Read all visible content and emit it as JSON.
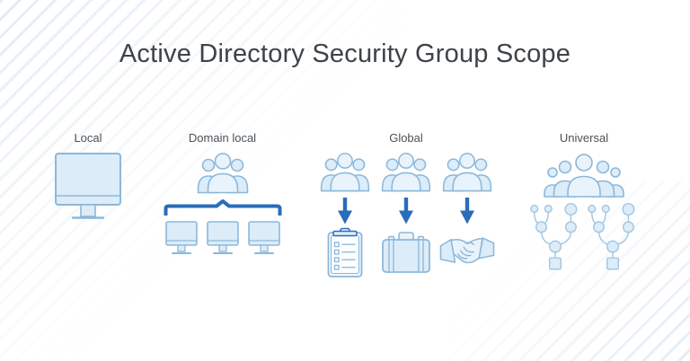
{
  "title": "Active Directory Security Group Scope",
  "sections": {
    "local": {
      "label": "Local",
      "icons": [
        "desktop-computer"
      ]
    },
    "domain_local": {
      "label": "Domain local",
      "icons": [
        "user-group",
        "brace-connector",
        "desktop-computer",
        "desktop-computer",
        "desktop-computer"
      ]
    },
    "global": {
      "label": "Global",
      "columns": [
        {
          "icons": [
            "user-group",
            "down-arrow",
            "task-checklist"
          ]
        },
        {
          "icons": [
            "user-group",
            "down-arrow",
            "briefcase"
          ]
        },
        {
          "icons": [
            "user-group",
            "down-arrow",
            "handshake"
          ]
        }
      ]
    },
    "universal": {
      "label": "Universal",
      "icons": [
        "user-group-large",
        "network-tree",
        "network-tree"
      ]
    }
  },
  "colors": {
    "background": "#ffffff",
    "title-color": "#3e4347",
    "label-color": "#4b5156",
    "accent": "#2a6db8",
    "icon-stroke": "#8cb8da",
    "icon-fill": "#dcecf8",
    "icon-fill-light": "#e9f3fb",
    "tree-stroke": "#a4c7e2",
    "paper-fill": "#f3f9fd",
    "stripe-color": "#e3ecf4"
  }
}
